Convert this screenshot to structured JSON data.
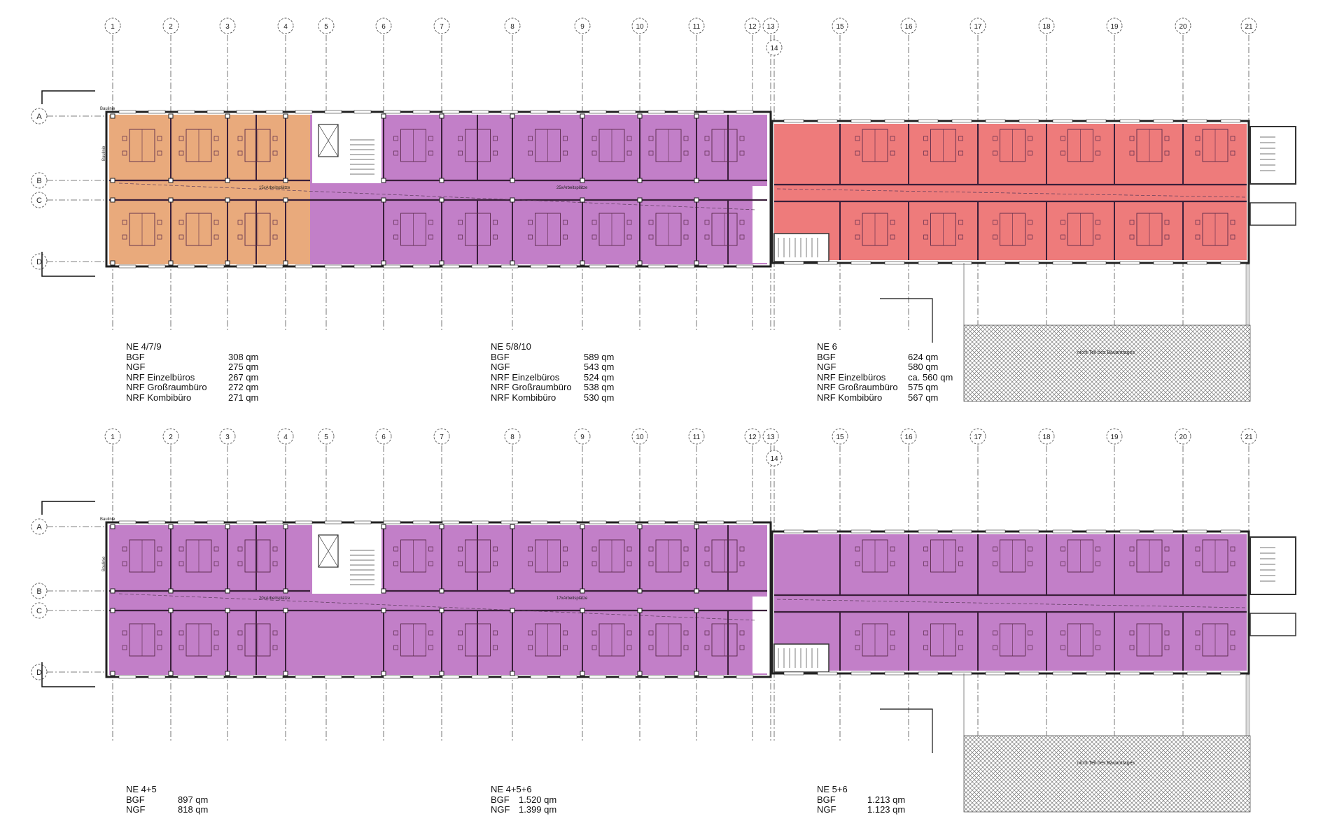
{
  "grid": {
    "axes": [
      "1",
      "2",
      "3",
      "4",
      "5",
      "6",
      "7",
      "8",
      "9",
      "10",
      "11",
      "12",
      "13",
      "14",
      "15",
      "16",
      "17",
      "18",
      "19",
      "20",
      "21"
    ],
    "rows": [
      "A",
      "B",
      "C",
      "D"
    ]
  },
  "plans": [
    {
      "baulinie": "Baulinie",
      "baulinie_side": "Baulinie",
      "corridor_left": "15xArbeitsplätze",
      "corridor_mid": "25xArbeitsplätze",
      "excluded_area": "nicht Teil des Bauantrages",
      "zones": [
        "orange",
        "purple",
        "red"
      ]
    },
    {
      "baulinie": "Baulinie",
      "baulinie_side": "Baulinie",
      "corridor_left": "20xArbeitsplätze",
      "corridor_mid": "17xArbeitsplätze",
      "excluded_area": "nicht Teil des Bauantrages",
      "zones": [
        "purple",
        "purple",
        "purple"
      ]
    }
  ],
  "colors": {
    "orange": "#e9aa7c",
    "purple": "#c27fc8",
    "red": "#ee7b7b",
    "wall": "#3a1f3a"
  },
  "summaries_top": [
    {
      "title": "NE 4/7/9",
      "rows": [
        {
          "label": "BGF",
          "value": "308 qm"
        },
        {
          "label": "NGF",
          "value": "275 qm"
        },
        {
          "label": "NRF Einzelbüros",
          "value": "267 qm"
        },
        {
          "label": "NRF Großraumbüro",
          "value": "272 qm"
        },
        {
          "label": "NRF Kombibüro",
          "value": "271 qm"
        }
      ]
    },
    {
      "title": "NE 5/8/10",
      "rows": [
        {
          "label": "BGF",
          "value": "589 qm"
        },
        {
          "label": "NGF",
          "value": "543 qm"
        },
        {
          "label": "NRF Einzelbüros",
          "value": "524 qm"
        },
        {
          "label": "NRF Großraumbüro",
          "value": "538 qm"
        },
        {
          "label": "NRF Kombibüro",
          "value": "530 qm"
        }
      ]
    },
    {
      "title": "NE 6",
      "rows": [
        {
          "label": "BGF",
          "value": "624 qm"
        },
        {
          "label": "NGF",
          "value": "580 qm"
        },
        {
          "label": "NRF Einzelbüros",
          "value": "ca. 560 qm"
        },
        {
          "label": "NRF Großraumbüro",
          "value": "575 qm"
        },
        {
          "label": "NRF Kombibüro",
          "value": "567 qm"
        }
      ]
    }
  ],
  "summaries_bottom": [
    {
      "title": "NE 4+5",
      "rows": [
        {
          "label": "BGF",
          "value": "897 qm"
        },
        {
          "label": "NGF",
          "value": "818 qm"
        }
      ]
    },
    {
      "title": "NE 4+5+6",
      "rows": [
        {
          "label": "BGF",
          "value": "1.520 qm"
        },
        {
          "label": "NGF",
          "value": "1.399 qm"
        }
      ]
    },
    {
      "title": "NE 5+6",
      "rows": [
        {
          "label": "BGF",
          "value": "1.213 qm"
        },
        {
          "label": "NGF",
          "value": "1.123 qm"
        }
      ]
    }
  ]
}
